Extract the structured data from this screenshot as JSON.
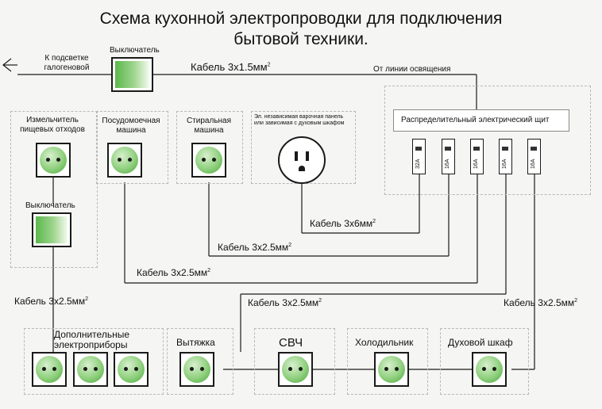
{
  "title": {
    "line1": "Схема кухонной электропроводки для подключения",
    "line2": "бытовой техники."
  },
  "labels": {
    "halogen": "К подсветке галогеновой",
    "switch_top": "Выключатель",
    "cable_top": "Кабель 3x1.5мм",
    "from_lighting": "От линии освящения",
    "panel": "Распределительный электрический щит",
    "grinder": "Измельчитель пищевых отходов",
    "switch_grinder": "Выключатель",
    "dishwasher": "Посудомоечная машина",
    "washer": "Стиральная машина",
    "hob": "Эл. независимая варочная панель или зависимая с духовым шкафом",
    "additional": "Дополнительные электроприборы",
    "hood": "Вытяжка",
    "microwave": "СВЧ",
    "fridge": "Холодильник",
    "oven": "Духовой шкаф"
  },
  "breakers": [
    "32A",
    "16A",
    "16A",
    "16A",
    "16A"
  ],
  "cables": {
    "c_6mm": "Кабель 3x6мм",
    "c_25_a": "Кабель 3x2.5мм",
    "c_25_b": "Кабель 3x2.5мм",
    "c_25_left": "Кабель 3x2.5мм",
    "c_25_mid": "Кабель 3x2.5мм",
    "c_25_right": "Кабель 3x2.5мм",
    "sup": "2"
  }
}
